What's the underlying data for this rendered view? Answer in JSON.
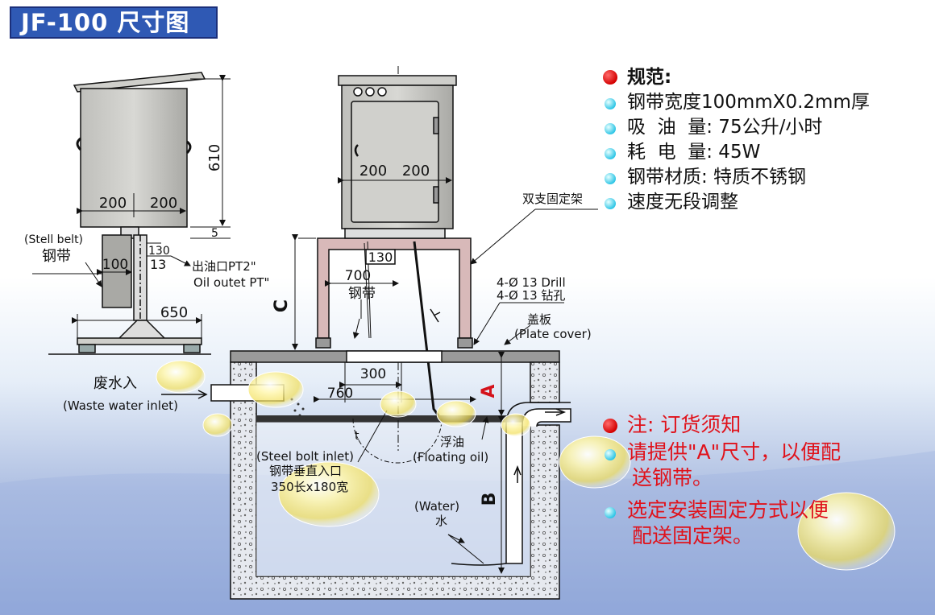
{
  "title": "JF-100 尺寸图",
  "spec": {
    "heading": "规范:",
    "items": [
      "钢带宽度100mmX0.2mm厚",
      "吸  油  量: 75公升/小时",
      "耗  电  量: 45W",
      "钢带材质: 特质不锈钢",
      "速度无段调整"
    ]
  },
  "notice": {
    "heading": "注: 订货须知",
    "items": [
      [
        "请提供\"A\"尺寸，以便配",
        "送钢带。"
      ],
      [
        "选定安装固定方式以便",
        "配送固定架。"
      ]
    ]
  },
  "side_view": {
    "dim_610": "610",
    "dim_200_left": "200",
    "dim_200_right": "200",
    "dim_5": "5",
    "dim_130": "130",
    "dim_13": "13",
    "dim_100": "100",
    "dim_650": "650",
    "belt_en": "(Stell belt)",
    "belt_cn": "钢带",
    "outlet_cn": "出油口PT2\"",
    "outlet_en": "Oil outet PT\""
  },
  "front_view": {
    "dim_200_left": "200",
    "dim_200_right": "200",
    "bracket_cn": "双支固定架",
    "dim_700": "700",
    "dim_130": "130",
    "belt_cn": "钢带",
    "dim_c": "C",
    "drill_en": "4-Ø 13 Drill",
    "drill_cn": "4-Ø 13 钻孔",
    "cover_cn": "盖板",
    "cover_en": "(Plate cover)"
  },
  "tank": {
    "waste_cn": "废水入",
    "waste_en": "(Waste water inlet)",
    "dim_300": "300",
    "dim_760": "760",
    "dim_a": "A",
    "dim_b": "B",
    "t_mark": "t",
    "bolt_en": "(Steel bolt inlet)",
    "bolt_cn": "钢带垂直入口",
    "bolt_size": "350长x180宽",
    "float_cn": "浮油",
    "float_en": "(Floating oil)",
    "water_en": "(Water)",
    "water_cn": "水"
  }
}
